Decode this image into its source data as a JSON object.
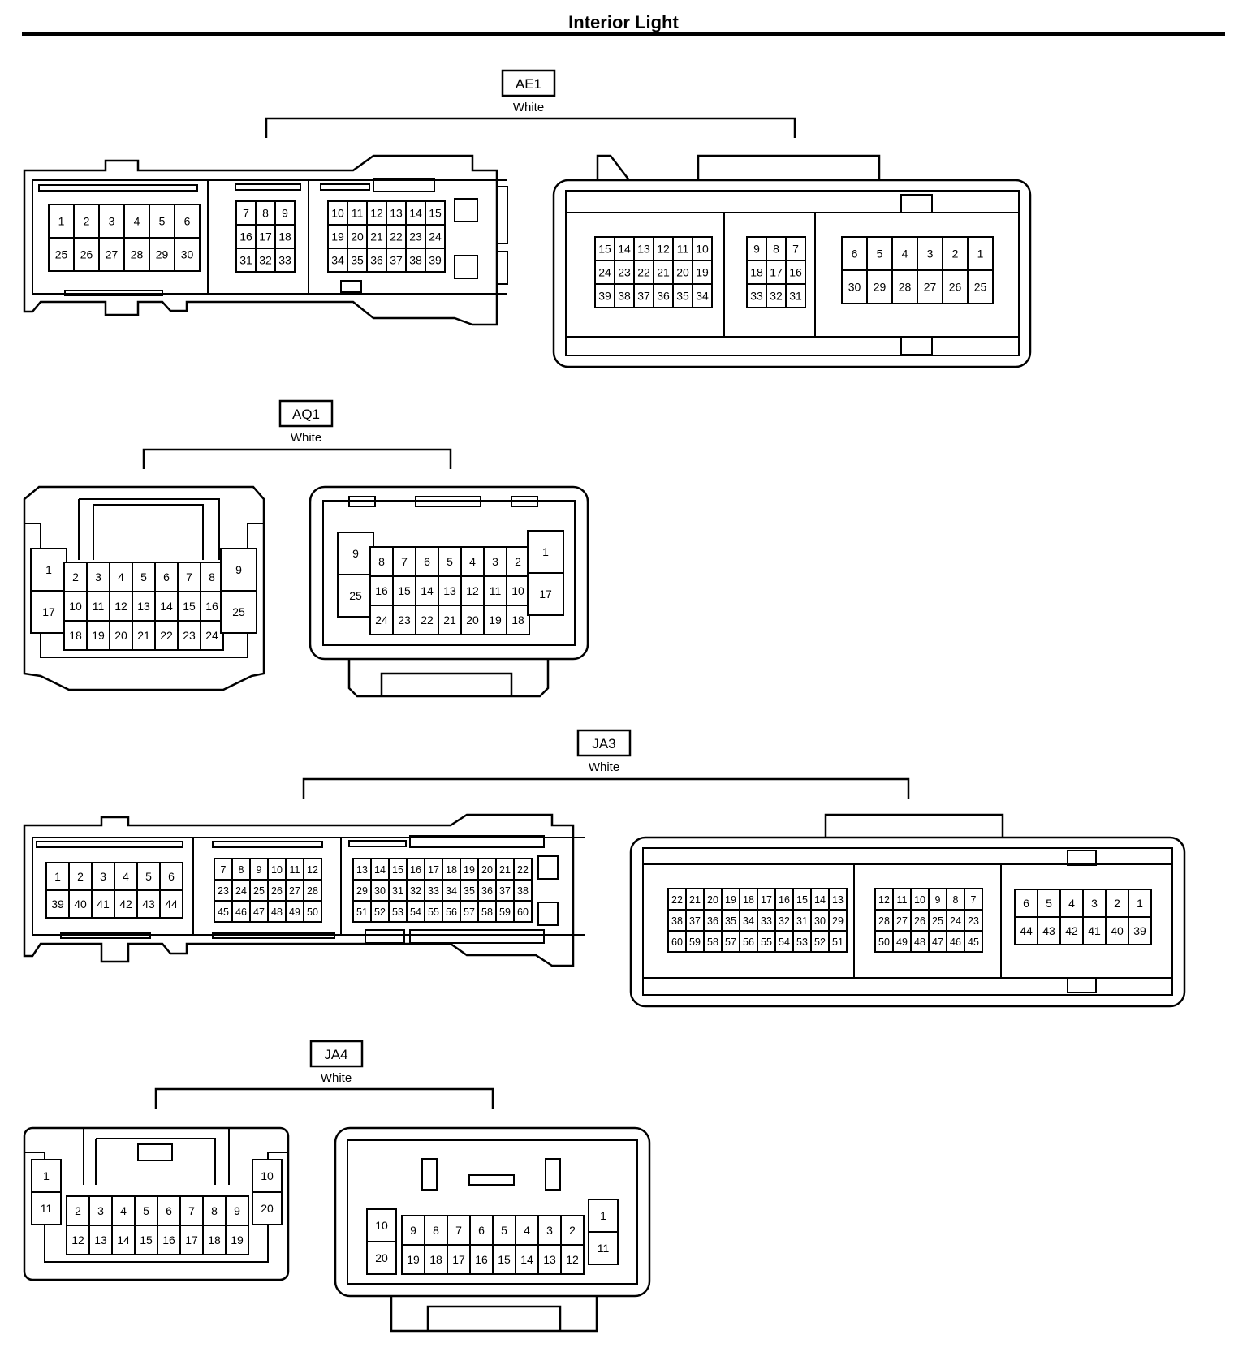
{
  "sheet": {
    "title": "Interior Light"
  },
  "connectors": [
    {
      "id": "AE1",
      "color": "White",
      "views": [
        {
          "pins": [
            [
              "1",
              "2",
              "3",
              "4",
              "5",
              "6"
            ],
            [
              "25",
              "26",
              "27",
              "28",
              "29",
              "30"
            ]
          ]
        },
        {
          "pins": [
            [
              "7",
              "8",
              "9"
            ],
            [
              "16",
              "17",
              "18"
            ],
            [
              "31",
              "32",
              "33"
            ]
          ]
        },
        {
          "pins": [
            [
              "10",
              "11",
              "12",
              "13",
              "14",
              "15"
            ],
            [
              "19",
              "20",
              "21",
              "22",
              "23",
              "24"
            ],
            [
              "34",
              "35",
              "36",
              "37",
              "38",
              "39"
            ]
          ]
        },
        {
          "pins": [
            [
              "15",
              "14",
              "13",
              "12",
              "11",
              "10"
            ],
            [
              "24",
              "23",
              "22",
              "21",
              "20",
              "19"
            ],
            [
              "39",
              "38",
              "37",
              "36",
              "35",
              "34"
            ]
          ]
        },
        {
          "pins": [
            [
              "9",
              "8",
              "7"
            ],
            [
              "18",
              "17",
              "16"
            ],
            [
              "33",
              "32",
              "31"
            ]
          ]
        },
        {
          "pins": [
            [
              "6",
              "5",
              "4",
              "3",
              "2",
              "1"
            ],
            [
              "30",
              "29",
              "28",
              "27",
              "26",
              "25"
            ]
          ]
        }
      ]
    },
    {
      "id": "AQ1",
      "color": "White",
      "views": [
        {
          "pins": [
            [
              "1"
            ],
            [
              "17"
            ]
          ]
        },
        {
          "pins": [
            [
              "2",
              "3",
              "4",
              "5",
              "6",
              "7",
              "8"
            ],
            [
              "10",
              "11",
              "12",
              "13",
              "14",
              "15",
              "16"
            ],
            [
              "18",
              "19",
              "20",
              "21",
              "22",
              "23",
              "24"
            ]
          ]
        },
        {
          "pins": [
            [
              "9"
            ],
            [
              "25"
            ]
          ]
        },
        {
          "pins": [
            [
              "9"
            ],
            [
              "25"
            ]
          ]
        },
        {
          "pins": [
            [
              "8",
              "7",
              "6",
              "5",
              "4",
              "3",
              "2"
            ],
            [
              "16",
              "15",
              "14",
              "13",
              "12",
              "11",
              "10"
            ],
            [
              "24",
              "23",
              "22",
              "21",
              "20",
              "19",
              "18"
            ]
          ]
        },
        {
          "pins": [
            [
              "1"
            ],
            [
              "17"
            ]
          ]
        }
      ]
    },
    {
      "id": "JA3",
      "color": "White",
      "views": [
        {
          "pins": [
            [
              "1",
              "2",
              "3",
              "4",
              "5",
              "6"
            ],
            [
              "39",
              "40",
              "41",
              "42",
              "43",
              "44"
            ]
          ]
        },
        {
          "pins": [
            [
              "7",
              "8",
              "9",
              "10",
              "11",
              "12"
            ],
            [
              "23",
              "24",
              "25",
              "26",
              "27",
              "28"
            ],
            [
              "45",
              "46",
              "47",
              "48",
              "49",
              "50"
            ]
          ]
        },
        {
          "pins": [
            [
              "13",
              "14",
              "15",
              "16",
              "17",
              "18",
              "19",
              "20",
              "21",
              "22"
            ],
            [
              "29",
              "30",
              "31",
              "32",
              "33",
              "34",
              "35",
              "36",
              "37",
              "38"
            ],
            [
              "51",
              "52",
              "53",
              "54",
              "55",
              "56",
              "57",
              "58",
              "59",
              "60"
            ]
          ]
        },
        {
          "pins": [
            [
              "22",
              "21",
              "20",
              "19",
              "18",
              "17",
              "16",
              "15",
              "14",
              "13"
            ],
            [
              "38",
              "37",
              "36",
              "35",
              "34",
              "33",
              "32",
              "31",
              "30",
              "29"
            ],
            [
              "60",
              "59",
              "58",
              "57",
              "56",
              "55",
              "54",
              "53",
              "52",
              "51"
            ]
          ]
        },
        {
          "pins": [
            [
              "12",
              "11",
              "10",
              "9",
              "8",
              "7"
            ],
            [
              "28",
              "27",
              "26",
              "25",
              "24",
              "23"
            ],
            [
              "50",
              "49",
              "48",
              "47",
              "46",
              "45"
            ]
          ]
        },
        {
          "pins": [
            [
              "6",
              "5",
              "4",
              "3",
              "2",
              "1"
            ],
            [
              "44",
              "43",
              "42",
              "41",
              "40",
              "39"
            ]
          ]
        }
      ]
    },
    {
      "id": "JA4",
      "color": "White",
      "views": [
        {
          "pins": [
            [
              "1"
            ],
            [
              "11"
            ]
          ]
        },
        {
          "pins": [
            [
              "2",
              "3",
              "4",
              "5",
              "6",
              "7",
              "8",
              "9"
            ],
            [
              "12",
              "13",
              "14",
              "15",
              "16",
              "17",
              "18",
              "19"
            ]
          ]
        },
        {
          "pins": [
            [
              "10"
            ],
            [
              "20"
            ]
          ]
        },
        {
          "pins": [
            [
              "10"
            ],
            [
              "20"
            ]
          ]
        },
        {
          "pins": [
            [
              "9",
              "8",
              "7",
              "6",
              "5",
              "4",
              "3",
              "2"
            ],
            [
              "19",
              "18",
              "17",
              "16",
              "15",
              "14",
              "13",
              "12"
            ]
          ]
        },
        {
          "pins": [
            [
              "1"
            ],
            [
              "11"
            ]
          ]
        }
      ]
    }
  ]
}
